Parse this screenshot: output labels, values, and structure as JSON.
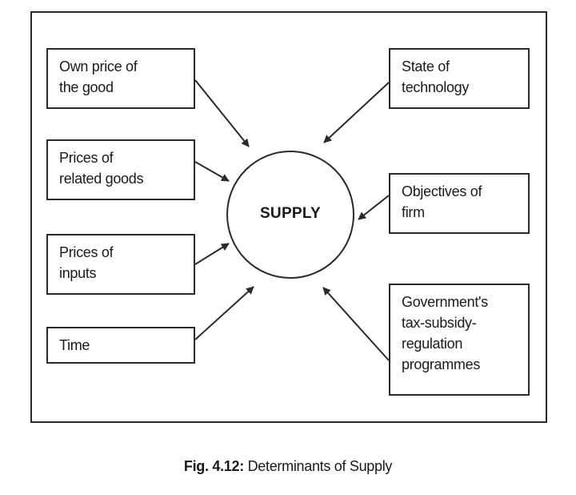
{
  "diagram": {
    "center": "SUPPLY",
    "left_boxes": [
      {
        "lines": [
          "Own price of",
          "the good"
        ]
      },
      {
        "lines": [
          "Prices of",
          "related goods"
        ]
      },
      {
        "lines": [
          "Prices of",
          "inputs"
        ]
      },
      {
        "lines": [
          "Time"
        ]
      }
    ],
    "right_boxes": [
      {
        "lines": [
          "State of",
          "technology"
        ]
      },
      {
        "lines": [
          "Objectives of",
          "firm"
        ]
      },
      {
        "lines": [
          "Government's",
          "tax-subsidy-",
          "regulation",
          "programmes"
        ]
      }
    ]
  },
  "caption": {
    "figure_number": "Fig. 4.12:",
    "title": "Determinants of Supply"
  }
}
